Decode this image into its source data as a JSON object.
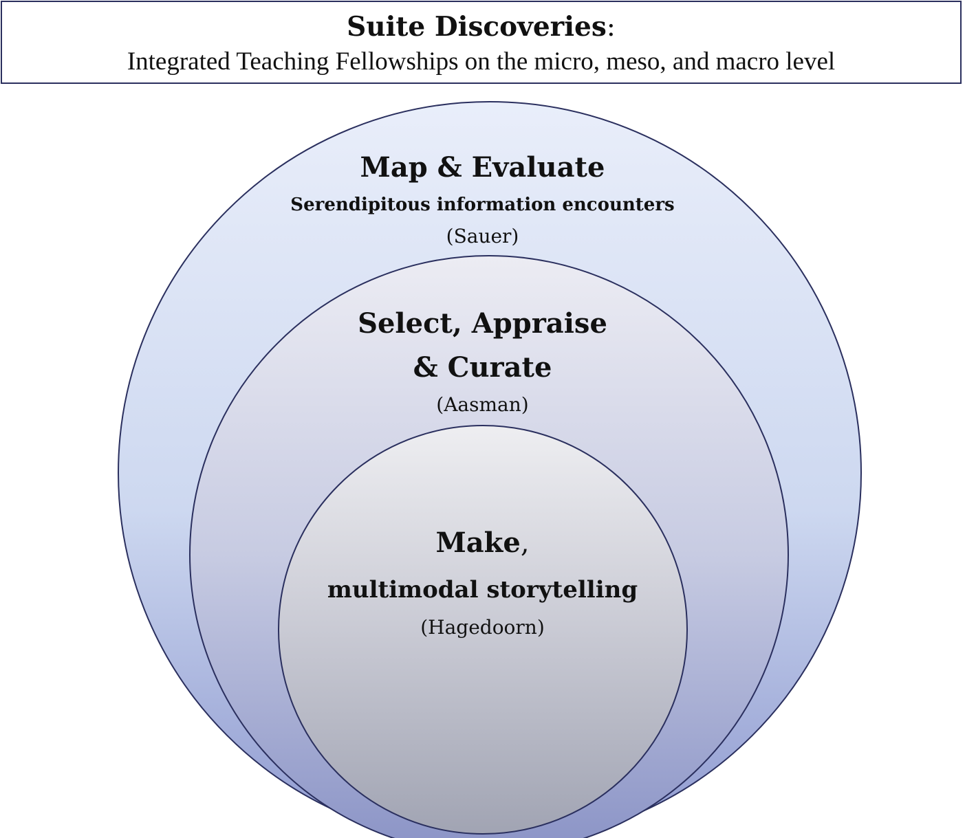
{
  "header": {
    "title_bold": "Suite Discoveries",
    "title_colon": ":",
    "subtitle": "Integrated Teaching Fellowships on the micro, meso, and macro level"
  },
  "colors": {
    "outline": "#2a2f5e",
    "outer_fill_top": "#e6ecf8",
    "outer_fill_bottom": "#9aa6d6",
    "middle_fill_top": "#e8e8f0",
    "middle_fill_bottom": "#8f98c8",
    "inner_fill_top": "#ececf0",
    "inner_fill_bottom": "#a4a7b6"
  },
  "circles": {
    "outer": {
      "heading": "Map & Evaluate",
      "description": "Serendipitous information encounters",
      "author": "(Sauer)"
    },
    "middle": {
      "heading_line1": "Select, Appraise",
      "heading_line2": "& Curate",
      "author": "(Aasman)"
    },
    "inner": {
      "heading": "Make",
      "heading_suffix": ",",
      "description": "multimodal storytelling",
      "author": "(Hagedoorn)"
    }
  }
}
